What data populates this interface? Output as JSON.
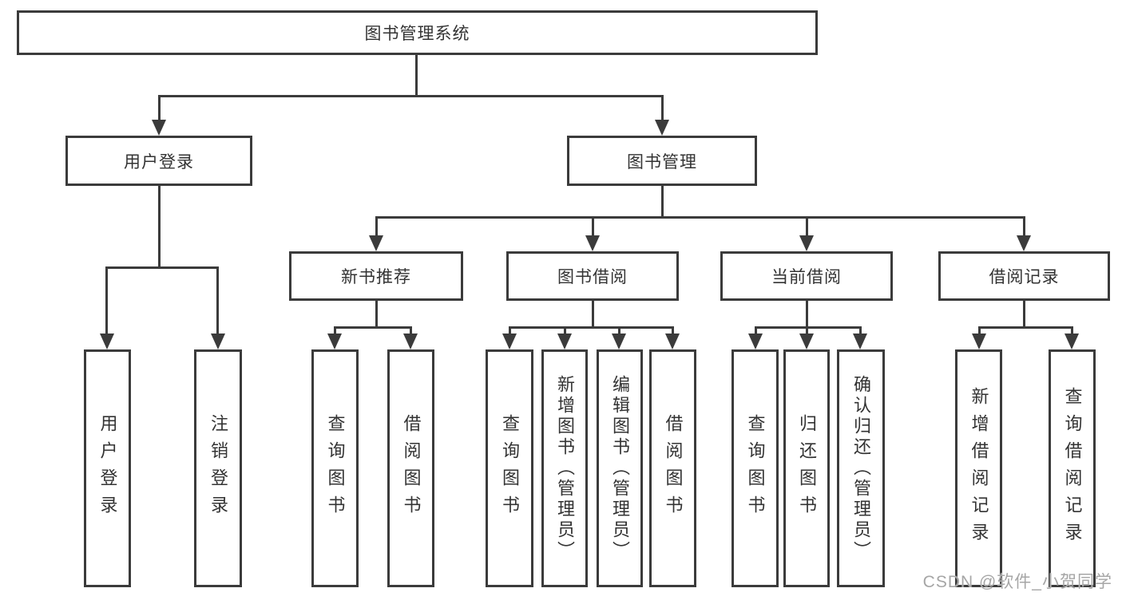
{
  "nodes": {
    "root": "图书管理系统",
    "level2": [
      "用户登录",
      "图书管理"
    ],
    "level3": [
      "新书推荐",
      "图书借阅",
      "当前借阅",
      "借阅记录"
    ],
    "leaves_user_login": [
      "用户登录",
      "注销登录"
    ],
    "leaves_new_book": [
      "查询图书",
      "借阅图书"
    ],
    "leaves_book_borrow": [
      "查询图书",
      "新增图书（管理员）",
      "编辑图书（管理员）",
      "借阅图书"
    ],
    "leaves_current_borrow": [
      "查询图书",
      "归还图书",
      "确认归还（管理员）"
    ],
    "leaves_borrow_record": [
      "新增借阅记录",
      "查询借阅记录"
    ]
  },
  "watermark": "CSDN @软件_小贺同学",
  "colors": {
    "line": "#3b3b3b",
    "text": "#333333",
    "watermark": "#a6a6a6",
    "background": "#ffffff"
  }
}
